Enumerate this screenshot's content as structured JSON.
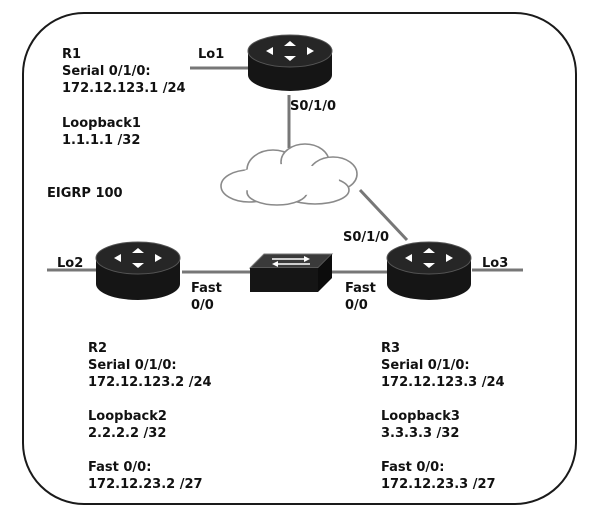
{
  "network_label": "EIGRP 100",
  "r1": {
    "name": "R1",
    "serial_label": "Serial 0/1/0:",
    "serial_ip": "172.12.123.1 /24",
    "loopback_label": "Loopback1",
    "loopback_ip": "1.1.1.1 /32",
    "lo_port": "Lo1",
    "serial_port": "S0/1/0"
  },
  "r2": {
    "name": "R2",
    "serial_label": "Serial 0/1/0:",
    "serial_ip": "172.12.123.2 /24",
    "loopback_label": "Loopback2",
    "loopback_ip": "2.2.2.2 /32",
    "fast_label": "Fast 0/0:",
    "fast_ip": "172.12.23.2 /27",
    "lo_port": "Lo2",
    "fast_port_line1": "Fast",
    "fast_port_line2": "0/0"
  },
  "r3": {
    "name": "R3",
    "serial_label": "Serial 0/1/0:",
    "serial_ip": "172.12.123.3 /24",
    "loopback_label": "Loopback3",
    "loopback_ip": "3.3.3.3 /32",
    "fast_label": "Fast 0/0:",
    "fast_ip": "172.12.23.3 /27",
    "lo_port": "Lo3",
    "serial_port": "S0/1/0",
    "fast_port_line1": "Fast",
    "fast_port_line2": "0/0"
  },
  "colors": {
    "link": "#777777",
    "device_dark": "#111111",
    "cloud_fill": "#ffffff",
    "cloud_stroke": "#8a8a8a"
  },
  "icons": {
    "router": "router-icon",
    "switch": "switch-icon",
    "cloud": "wan-cloud-icon"
  }
}
